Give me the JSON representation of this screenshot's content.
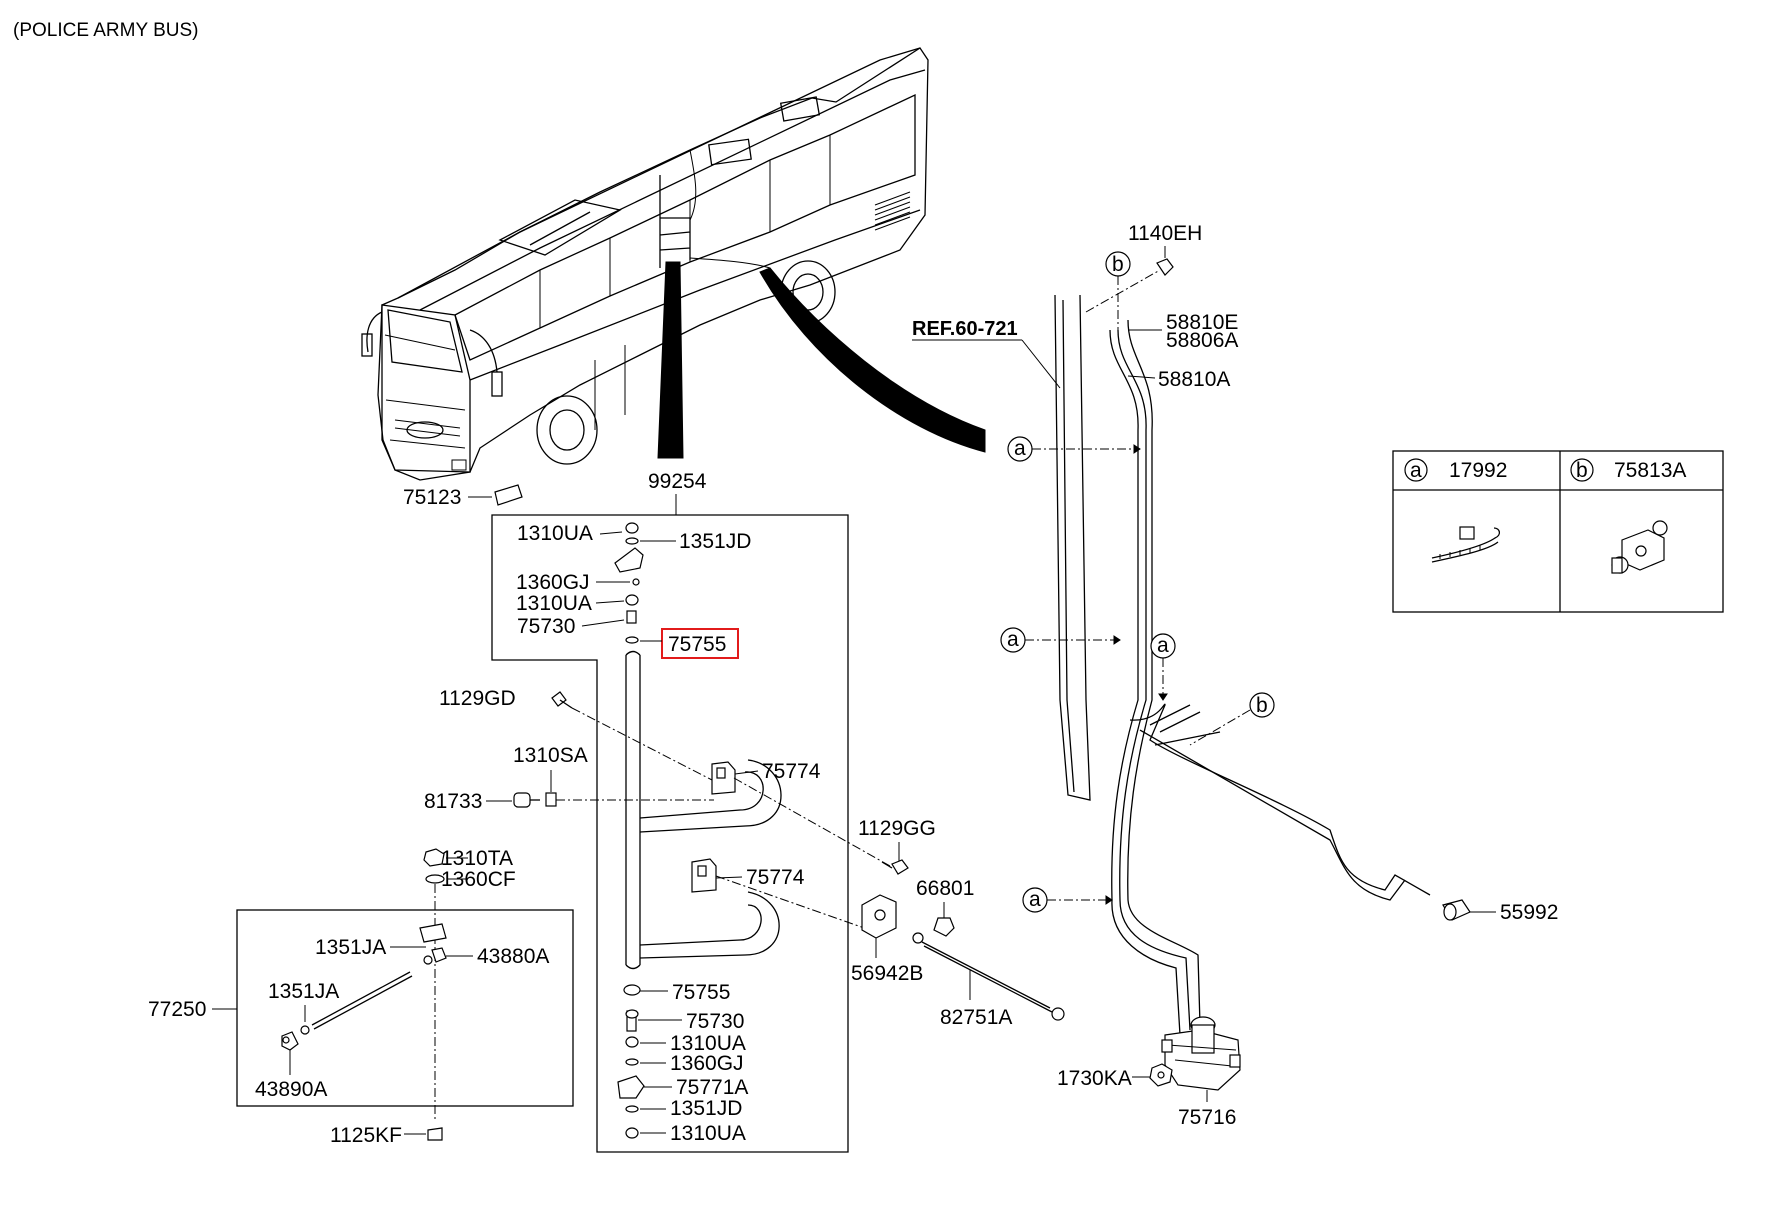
{
  "title": "(POLICE ARMY BUS)",
  "reference": "REF.60-721",
  "legend": {
    "a": {
      "marker": "a",
      "part": "17992"
    },
    "b": {
      "marker": "b",
      "part": "75813A"
    }
  },
  "highlighted_part": "75755",
  "labels": {
    "p75123": "75123",
    "p99254": "99254",
    "p1310UA_top": "1310UA",
    "p1351JD_top": "1351JD",
    "p1360GJ_top": "1360GJ",
    "p1310UA_2": "1310UA",
    "p75730_top": "75730",
    "p75755_top": "75755",
    "p1129GD": "1129GD",
    "p1310SA": "1310SA",
    "p75774_a": "75774",
    "p81733": "81733",
    "p1129GG": "1129GG",
    "p75774_b": "75774",
    "p1310TA": "1310TA",
    "p1360CF": "1360CF",
    "p66801": "66801",
    "p1351JA_a": "1351JA",
    "p43880A": "43880A",
    "p56942B": "56942B",
    "p77250": "77250",
    "p1351JA_b": "1351JA",
    "p82751A": "82751A",
    "p43890A": "43890A",
    "p75755_bot": "75755",
    "p75730_bot": "75730",
    "p1310UA_bot": "1310UA",
    "p1360GJ_bot": "1360GJ",
    "p75771A": "75771A",
    "p1351JD_bot": "1351JD",
    "p1310UA_last": "1310UA",
    "p1125KF": "1125KF",
    "p1140EH": "1140EH",
    "p58810E": "58810E",
    "p58806A": "58806A",
    "p58810A": "58810A",
    "p55992": "55992",
    "p1730KA": "1730KA",
    "p75716": "75716"
  },
  "markers": {
    "a": "a",
    "b": "b"
  }
}
